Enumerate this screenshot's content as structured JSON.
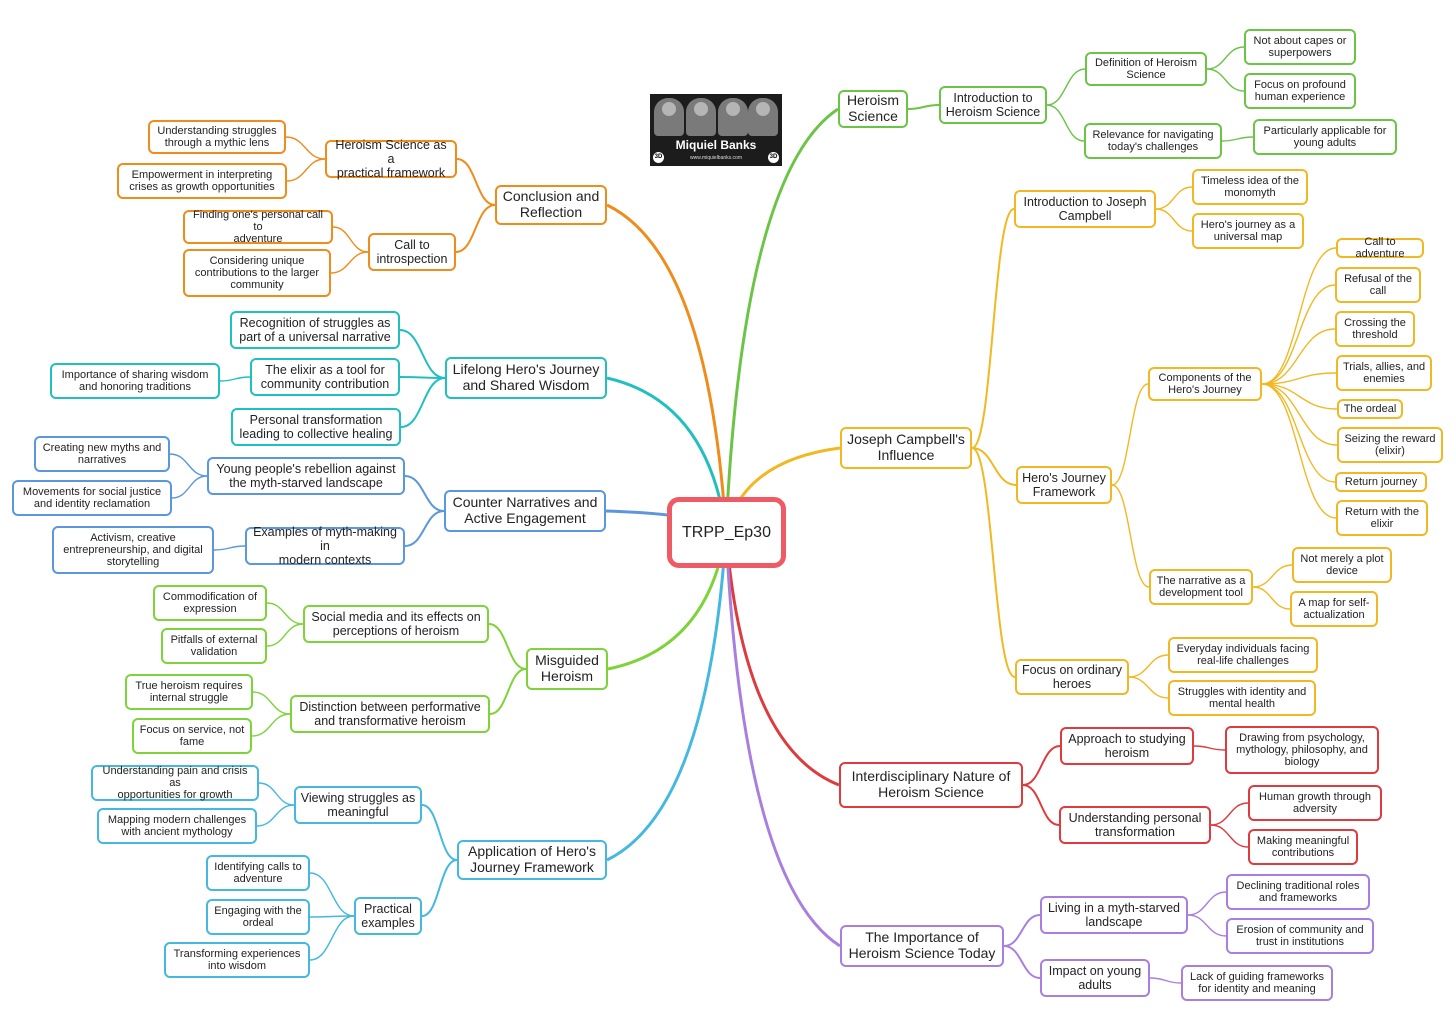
{
  "central": "TRPP_Ep30",
  "logo": {
    "name": "Miquiel Banks",
    "url": "www.miquielbanks.com",
    "badge": "3D"
  },
  "colors": {
    "green": "#6cc447",
    "yellow": "#f2b824",
    "red": "#dd3b3e",
    "purple": "#a87fde",
    "blue": "#45b8df",
    "lime": "#7ed33a",
    "steelblue": "#5a97dd",
    "teal": "#21bfbf",
    "orange": "#ee8c1c"
  },
  "branches": [
    {
      "id": "b1",
      "color": "green",
      "label": "Heroism\nScience",
      "children": [
        {
          "label": "Introduction to\nHeroism Science",
          "children": [
            {
              "label": "Definition of Heroism\nScience",
              "children": [
                {
                  "label": "Not about capes or\nsuperpowers"
                },
                {
                  "label": "Focus on profound\nhuman experience"
                }
              ]
            },
            {
              "label": "Relevance for navigating\ntoday's challenges",
              "children": [
                {
                  "label": "Particularly applicable for\nyoung adults"
                }
              ]
            }
          ]
        }
      ]
    },
    {
      "id": "b2",
      "color": "yellow",
      "label": "Joseph Campbell's\nInfluence",
      "children": [
        {
          "label": "Introduction to Joseph\nCampbell",
          "children": [
            {
              "label": "Timeless idea of the\nmonomyth"
            },
            {
              "label": "Hero's journey as a\nuniversal map"
            }
          ]
        },
        {
          "label": "Hero's Journey\nFramework",
          "children": [
            {
              "label": "Components of the\nHero's Journey",
              "children": [
                {
                  "label": "Call to adventure"
                },
                {
                  "label": "Refusal of the\ncall"
                },
                {
                  "label": "Crossing the\nthreshold"
                },
                {
                  "label": "Trials, allies, and\nenemies"
                },
                {
                  "label": "The ordeal"
                },
                {
                  "label": "Seizing the reward\n(elixir)"
                },
                {
                  "label": "Return journey"
                },
                {
                  "label": "Return with the\nelixir"
                }
              ]
            },
            {
              "label": "The narrative as a\ndevelopment tool",
              "children": [
                {
                  "label": "Not merely a plot\ndevice"
                },
                {
                  "label": "A map for self-\nactualization"
                }
              ]
            }
          ]
        },
        {
          "label": "Focus on ordinary\nheroes",
          "children": [
            {
              "label": "Everyday individuals facing\nreal-life challenges"
            },
            {
              "label": "Struggles with identity and\nmental health"
            }
          ]
        }
      ]
    },
    {
      "id": "b3",
      "color": "red",
      "label": "Interdisciplinary Nature of\nHeroism Science",
      "children": [
        {
          "label": "Approach to studying\nheroism",
          "children": [
            {
              "label": "Drawing from psychology,\nmythology, philosophy, and\nbiology"
            }
          ]
        },
        {
          "label": "Understanding personal\ntransformation",
          "children": [
            {
              "label": "Human growth through\nadversity"
            },
            {
              "label": "Making meaningful\ncontributions"
            }
          ]
        }
      ]
    },
    {
      "id": "b4",
      "color": "purple",
      "label": "The Importance of\nHeroism Science Today",
      "children": [
        {
          "label": "Living in a myth-starved\nlandscape",
          "children": [
            {
              "label": "Declining traditional roles\nand frameworks"
            },
            {
              "label": "Erosion of community and\ntrust in institutions"
            }
          ]
        },
        {
          "label": "Impact on young\nadults",
          "children": [
            {
              "label": "Lack of guiding frameworks\nfor identity and meaning"
            }
          ]
        }
      ]
    },
    {
      "id": "b5",
      "color": "blue",
      "label": "Application of Hero's\nJourney Framework",
      "children": [
        {
          "label": "Viewing struggles as\nmeaningful",
          "children": [
            {
              "label": "Understanding pain and crisis as\nopportunities for growth"
            },
            {
              "label": "Mapping modern challenges\nwith ancient mythology"
            }
          ]
        },
        {
          "label": "Practical\nexamples",
          "children": [
            {
              "label": "Identifying calls to\nadventure"
            },
            {
              "label": "Engaging with the\nordeal"
            },
            {
              "label": "Transforming experiences\ninto wisdom"
            }
          ]
        }
      ]
    },
    {
      "id": "b6",
      "color": "lime",
      "label": "Misguided\nHeroism",
      "children": [
        {
          "label": "Social media and its effects on\nperceptions of heroism",
          "children": [
            {
              "label": "Commodification of\nexpression"
            },
            {
              "label": "Pitfalls of external\nvalidation"
            }
          ]
        },
        {
          "label": "Distinction between performative\nand transformative heroism",
          "children": [
            {
              "label": "True heroism requires\ninternal struggle"
            },
            {
              "label": "Focus on service, not\nfame"
            }
          ]
        }
      ]
    },
    {
      "id": "b7",
      "color": "steelblue",
      "label": "Counter Narratives and\nActive Engagement",
      "children": [
        {
          "label": "Young people's rebellion against\nthe myth-starved landscape",
          "children": [
            {
              "label": "Creating new myths and\nnarratives"
            },
            {
              "label": "Movements for social justice\nand identity reclamation"
            }
          ]
        },
        {
          "label": "Examples of myth-making in\nmodern contexts",
          "children": [
            {
              "label": "Activism, creative\nentrepreneurship, and digital\nstorytelling"
            }
          ]
        }
      ]
    },
    {
      "id": "b8",
      "color": "teal",
      "label": "Lifelong Hero's Journey\nand Shared Wisdom",
      "children": [
        {
          "label": "Recognition of struggles as\npart of a universal narrative"
        },
        {
          "label": "The elixir as a tool for\ncommunity contribution",
          "children": [
            {
              "label": "Importance of sharing wisdom\nand honoring traditions"
            }
          ]
        },
        {
          "label": "Personal transformation\nleading to collective healing"
        }
      ]
    },
    {
      "id": "b9",
      "color": "orange",
      "label": "Conclusion and\nReflection",
      "children": [
        {
          "label": "Heroism Science as a\npractical framework",
          "children": [
            {
              "label": "Understanding struggles\nthrough a mythic lens"
            },
            {
              "label": "Empowerment in interpreting\ncrises as growth opportunities"
            }
          ]
        },
        {
          "label": "Call to\nintrospection",
          "children": [
            {
              "label": "Finding one's personal call to\nadventure"
            },
            {
              "label": "Considering unique\ncontributions to the larger\ncommunity"
            }
          ]
        }
      ]
    }
  ]
}
